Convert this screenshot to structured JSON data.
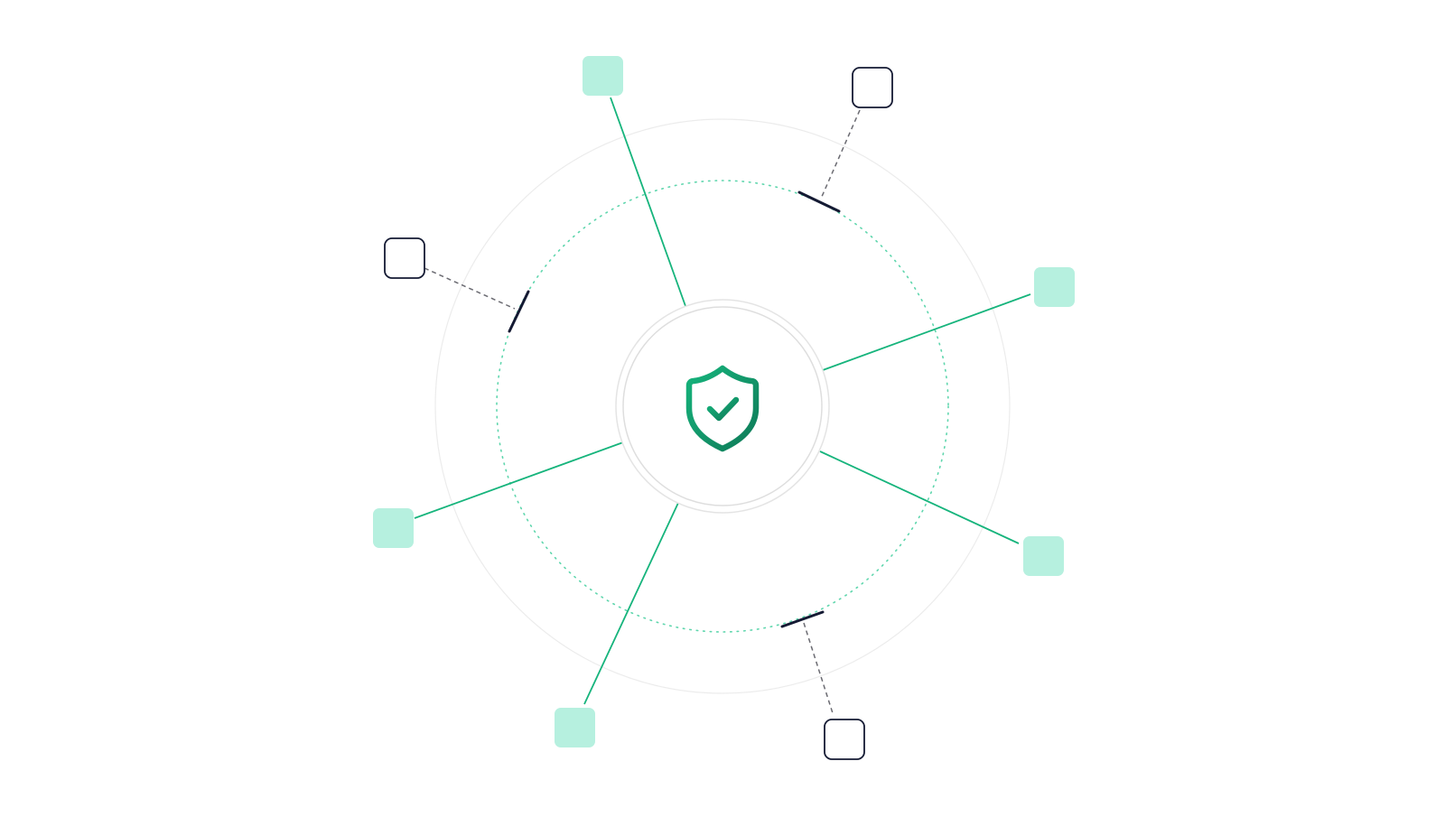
{
  "diagram": {
    "center": {
      "icon": "shield-check-icon",
      "gradient": [
        "#16b47c",
        "#0f7a58"
      ]
    },
    "colors": {
      "background": "#ffffff",
      "outer_ring": "#ececec",
      "hub_ring": "#dedede",
      "dotted_ring": "#5fd6ad",
      "connected_line": "#16b47c",
      "connected_node_fill": "#b6f0df",
      "blocked_line": "#6b6b72",
      "blocked_barrier": "#141a33",
      "blocked_node_stroke": "#141a33"
    },
    "nodes": [
      {
        "id": "node-top",
        "status": "connected"
      },
      {
        "id": "node-right",
        "status": "connected"
      },
      {
        "id": "node-lower-right",
        "status": "connected"
      },
      {
        "id": "node-bottom-left",
        "status": "connected"
      },
      {
        "id": "node-left",
        "status": "connected"
      },
      {
        "id": "node-top-right",
        "status": "blocked"
      },
      {
        "id": "node-upper-left",
        "status": "blocked"
      },
      {
        "id": "node-bottom",
        "status": "blocked"
      }
    ]
  }
}
